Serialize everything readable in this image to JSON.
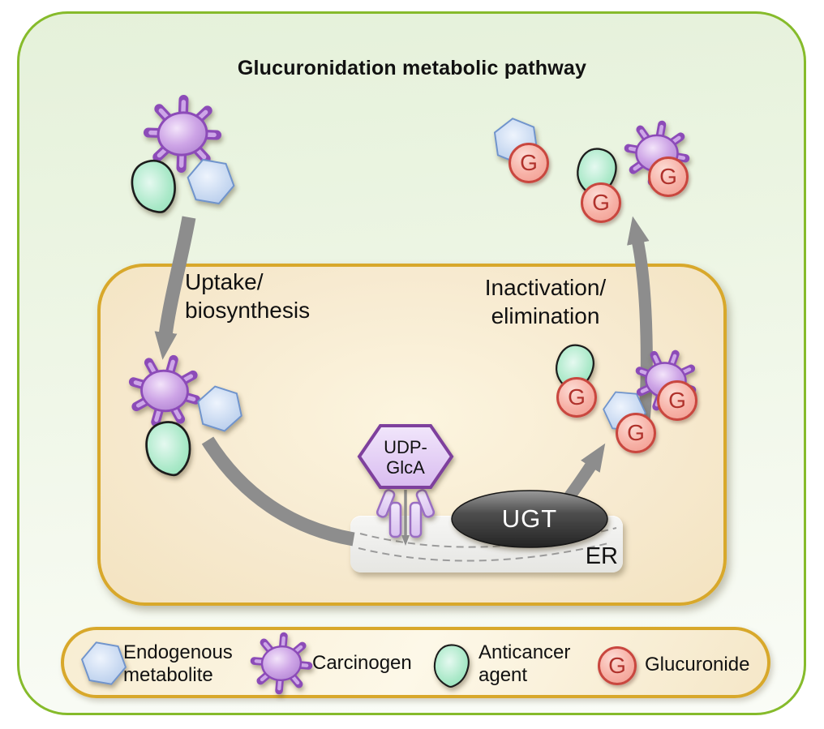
{
  "title": "Glucuronidation metabolic pathway",
  "labels": {
    "uptake_line1": "Uptake/",
    "uptake_line2": "biosynthesis",
    "inactivation_line1": "Inactivation/",
    "inactivation_line2": "elimination",
    "udp_line1": "UDP-",
    "udp_line2": "GlcA",
    "ugt": "UGT",
    "er": "ER",
    "g": "G"
  },
  "legend": {
    "endogenous_line1": "Endogenous",
    "endogenous_line2": "metabolite",
    "carcinogen": "Carcinogen",
    "anticancer_line1": "Anticancer",
    "anticancer_line2": "agent",
    "glucuronide": "Glucuronide"
  },
  "icons": [
    "endogenous-metabolite-hexagon",
    "carcinogen-spiky-blob",
    "anticancer-agent-teardrop",
    "glucuronide-g-circle",
    "udp-glca-hexagon",
    "ugt-enzyme-ellipse",
    "er-membrane",
    "udp-transporter-channel",
    "uptake-arrow",
    "to-er-arrow",
    "ugt-product-arrow",
    "efflux-arrow"
  ],
  "colors": {
    "frame_border": "#86bb2b",
    "panel_bg_top": "#e5f1da",
    "cell_border": "#d8a82b",
    "cell_fill": "#f7ead0",
    "arrow_gray": "#8d8d8d",
    "carcinogen_purple": "#8c4bb8",
    "metabolite_blue": "#6f94cc",
    "anticancer_green": "#8edfb6",
    "glucuronide_pink": "#f09b90",
    "glucuronide_border": "#c9473f",
    "udp_purple_border": "#7e3f9d",
    "ugt_dark": "#262626",
    "er_gray": "#ececea"
  }
}
